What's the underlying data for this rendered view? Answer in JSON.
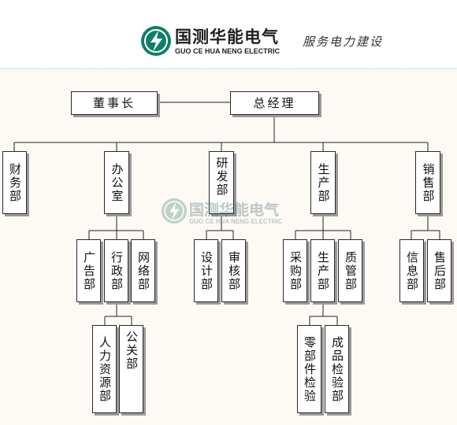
{
  "brand": {
    "name_cn": "国测华能电气",
    "name_en": "GUO CE HUA NENG ELECTRIC",
    "slogan": "服务电力建设",
    "color": "#0e7f6a"
  },
  "watermark": {
    "name_cn": "国测华能电气",
    "name_en": "GUO CE HUA NENG ELECTRIC"
  },
  "org": {
    "chairman": "董事长",
    "general_manager": "总经理",
    "finance": "财务部",
    "office": "办公室",
    "rnd": "研发部",
    "production": "生产部",
    "sales": "销售部",
    "advertising": "广告部",
    "administration": "行政部",
    "network": "网络部",
    "hr": "人力资源部",
    "pr": "公关部",
    "design": "设计部",
    "audit": "审核部",
    "procurement": "采购部",
    "production_sub": "生产部",
    "quality": "质管部",
    "parts_inspection": "零部件检验",
    "product_inspection": "成品检验部",
    "information": "信息部",
    "after_sales": "售后部"
  }
}
